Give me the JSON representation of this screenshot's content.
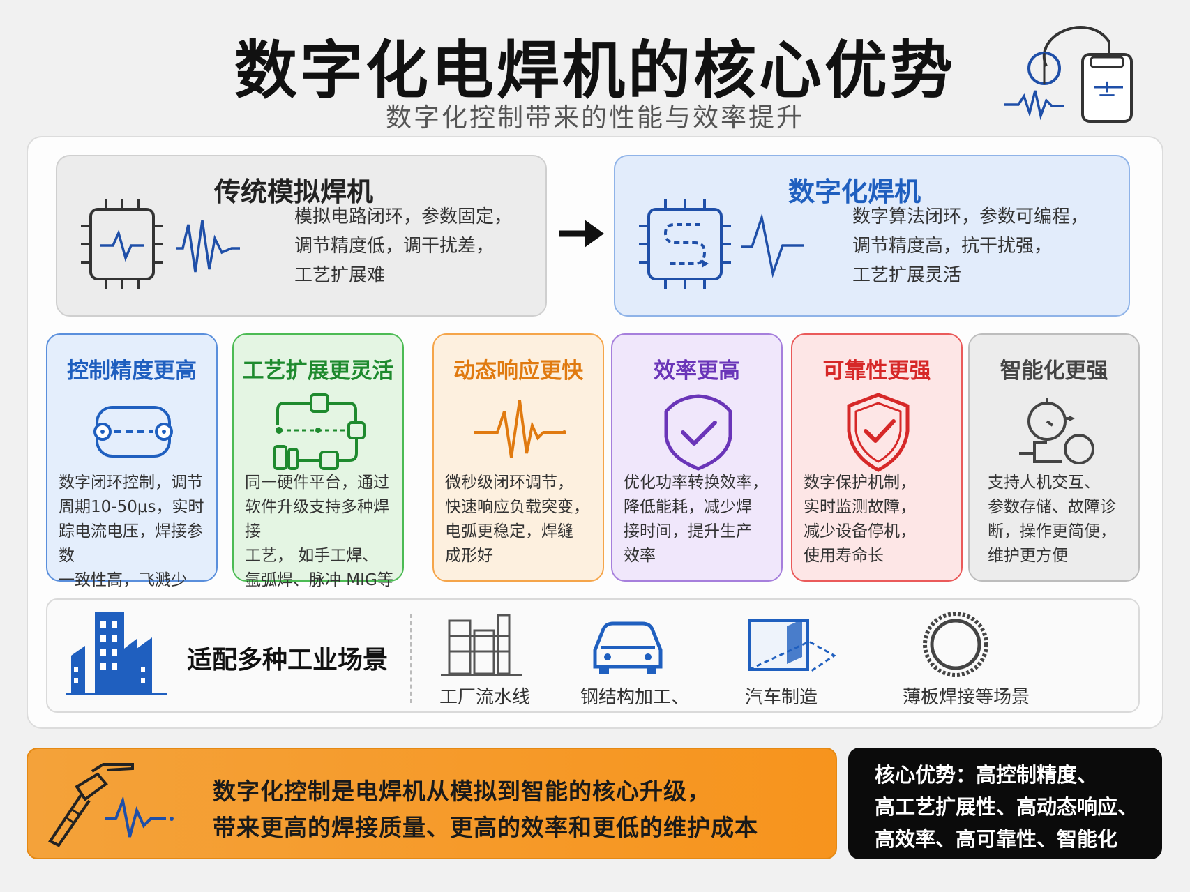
{
  "header": {
    "title": "数字化电焊机的核心优势",
    "subtitle": "数字化控制带来的性能与效率提升"
  },
  "comparison": {
    "traditional": {
      "title": "传统模拟焊机",
      "lines": [
        "模拟电路闭环，参数固定，",
        "调节精度低，调干扰差，",
        "工艺扩展难"
      ]
    },
    "digital": {
      "title": "数字化焊机",
      "lines": [
        "数字算法闭环，参数可编程，",
        "调节精度高，抗干扰强，",
        "工艺扩展灵活"
      ]
    }
  },
  "cards": [
    {
      "title": "控制精度更高",
      "lines": [
        "数字闭环控制，调节",
        "周期10-50μs，实时",
        "踪电流电压，焊接参数",
        "一致性高，飞溅少"
      ],
      "color": "#1f5fbf",
      "bg": "#e4eefc",
      "border": "#5a8fdc",
      "icon": "loop-precision-icon"
    },
    {
      "title": "工艺扩展更灵活",
      "lines": [
        "同一硬件平台，通过",
        "软件升级支持多种焊接",
        "工艺， 如手工焊、",
        "氩弧焊、脉冲 MIG等"
      ],
      "color": "#1e8a2e",
      "bg": "#e4f5e3",
      "border": "#4cbb54",
      "icon": "process-flow-icon"
    },
    {
      "title": "动态响应更快",
      "lines": [
        "微秒级闭环调节，",
        "快速响应负载突变，",
        "电弧更稳定，焊缝",
        "成形好"
      ],
      "color": "#e07a10",
      "bg": "#fdf0df",
      "border": "#f5a54a",
      "icon": "fast-wave-icon"
    },
    {
      "title": "效率更高",
      "lines": [
        "优化功率转换效率，",
        "降低能耗，减少焊",
        "接时间，提升生产",
        "效率"
      ],
      "color": "#6a35b8",
      "bg": "#f0e7fb",
      "border": "#a67fdc",
      "icon": "check-shield-icon"
    },
    {
      "title": "可靠性更强",
      "lines": [
        "数字保护机制，",
        "实时监测故障，",
        "减少设备停机，",
        "使用寿命长"
      ],
      "color": "#d62828",
      "bg": "#fde6e6",
      "border": "#ea5a5a",
      "icon": "protect-shield-icon"
    },
    {
      "title": "智能化更强",
      "lines": [
        "支持人机交互、",
        "参数存储、故障诊",
        "断，操作更简便，",
        "维护更方便"
      ],
      "color": "#444444",
      "bg": "#ececec",
      "border": "#bdbdbd",
      "icon": "smart-control-icon"
    }
  ],
  "scenes": {
    "title": "适配多种工业场景",
    "items": [
      {
        "label": "工厂流水线",
        "icon": "factory-line-icon"
      },
      {
        "label": "钢结构加工、",
        "icon": "car-icon"
      },
      {
        "label": "汽车制造",
        "icon": "sheet-metal-icon"
      },
      {
        "label": "薄板焊接等场景",
        "icon": "ring-icon"
      }
    ]
  },
  "banner": {
    "lines": [
      "数字化控制是电焊机从模拟到智能的核心升级，",
      "带来更高的焊接质量、更高的效率和更低的维护成本"
    ],
    "color": "#f7941d"
  },
  "summary": {
    "lines": [
      "核心优势：高控制精度、",
      "高工艺扩展性、高动态响应、",
      "高效率、高可靠性、智能化"
    ]
  }
}
